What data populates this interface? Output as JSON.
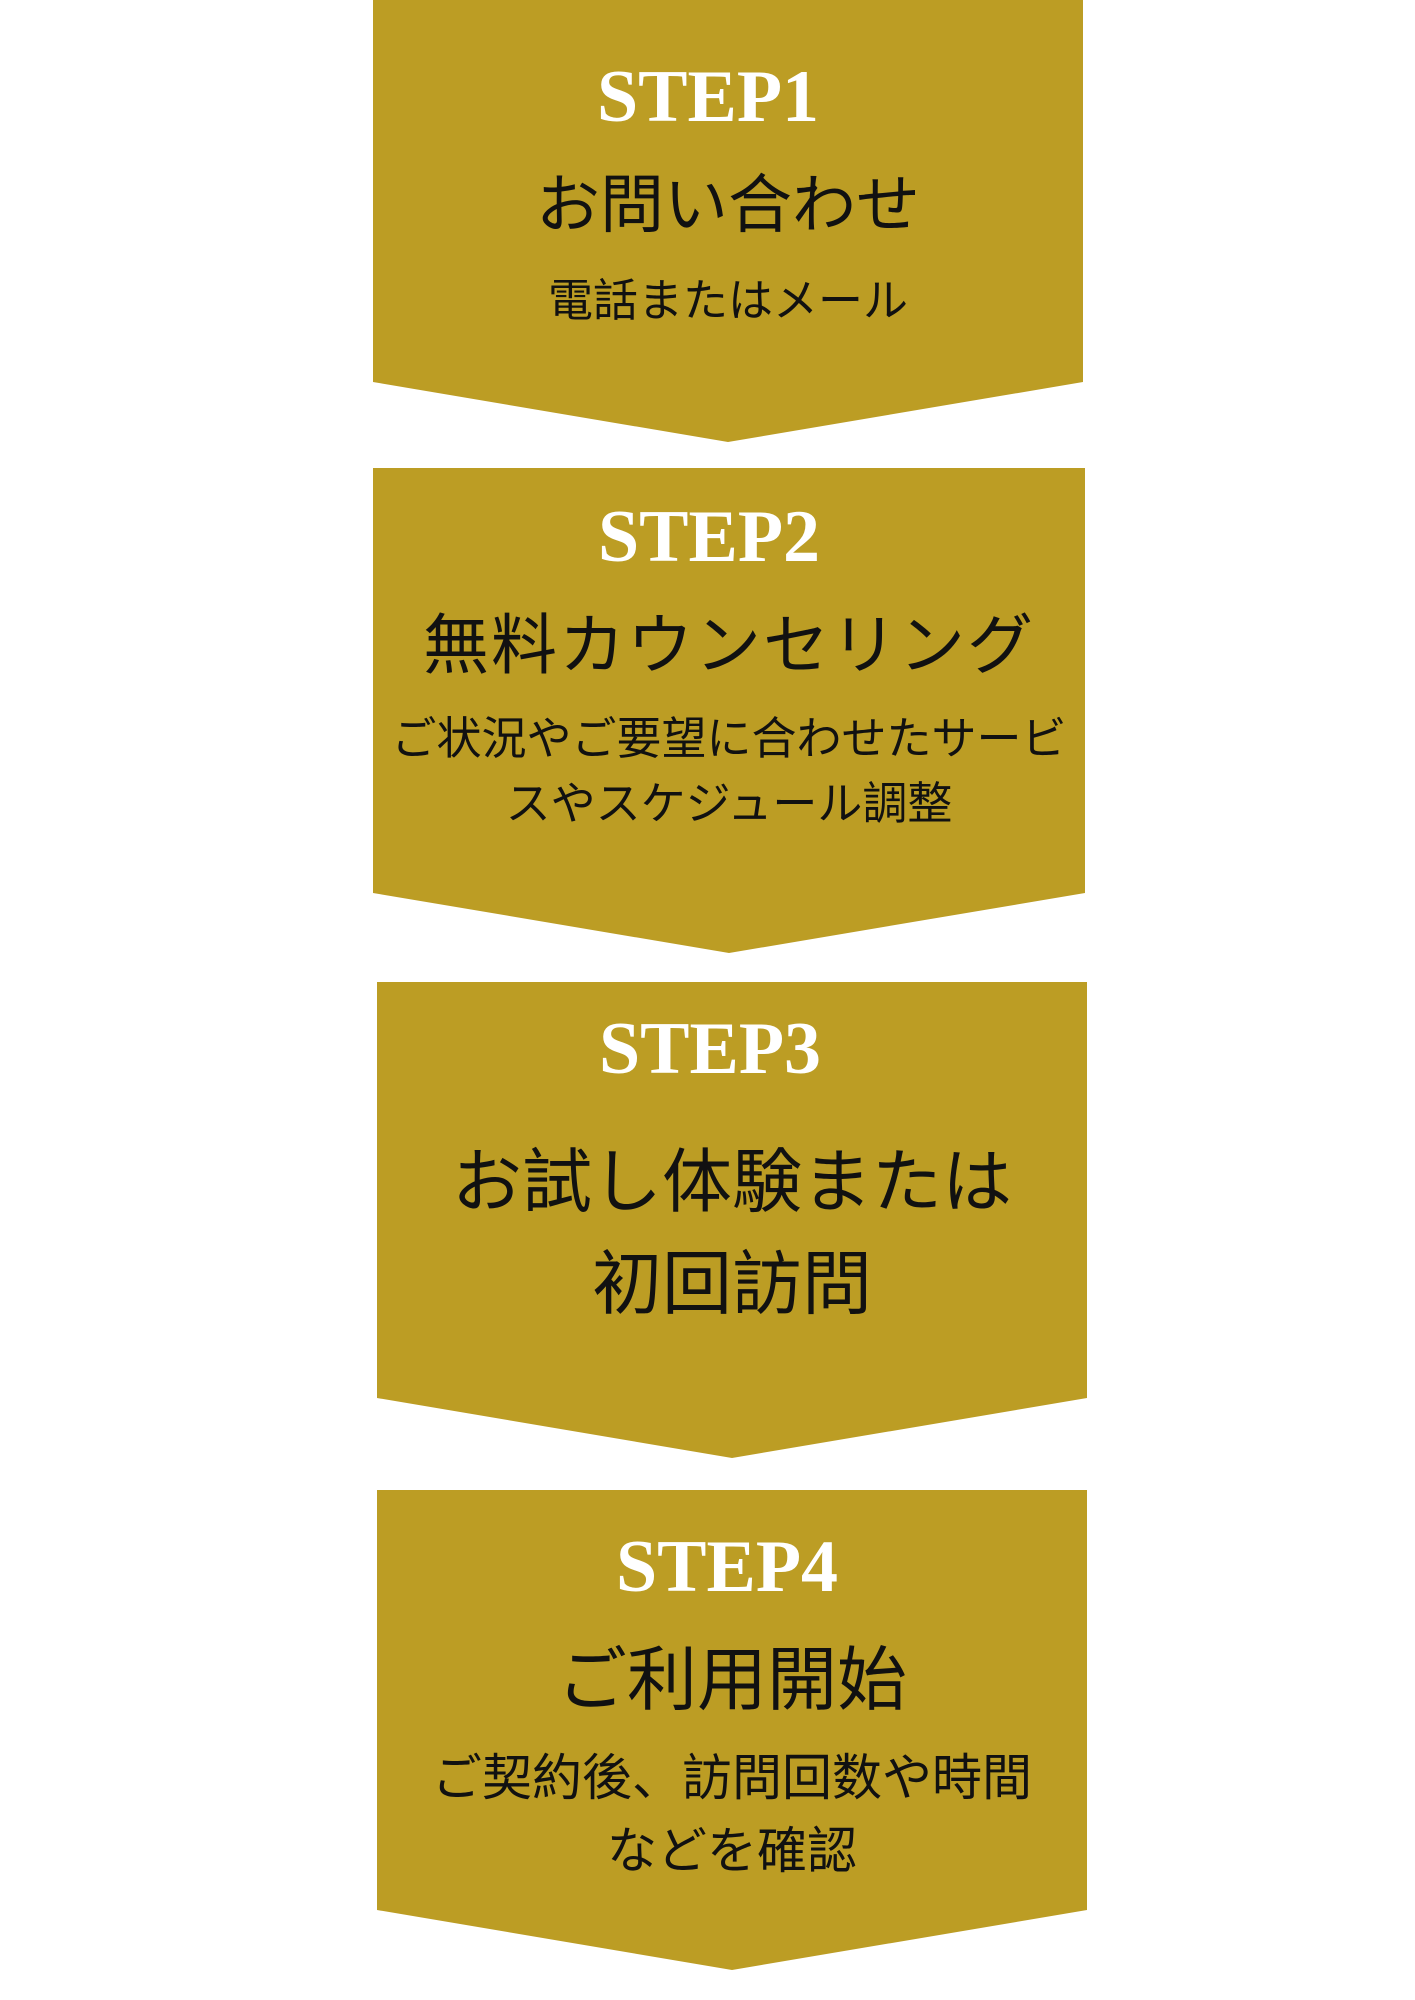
{
  "steps": [
    {
      "label": "STEP1",
      "title": "お問い合わせ",
      "description": "電話またはメール"
    },
    {
      "label": "STEP2",
      "title": "無料カウンセリング",
      "description": "ご状況やご要望に合わせたサービスやスケジュール調整"
    },
    {
      "label": "STEP3",
      "title": "お試し体験または初回訪問",
      "description": ""
    },
    {
      "label": "STEP4",
      "title": "ご利用開始",
      "description": "ご契約後、訪問回数や時間などを確認"
    }
  ],
  "colors": {
    "box": "#bc9d24",
    "label": "#ffffff",
    "text": "#111111",
    "background": "#ffffff"
  }
}
